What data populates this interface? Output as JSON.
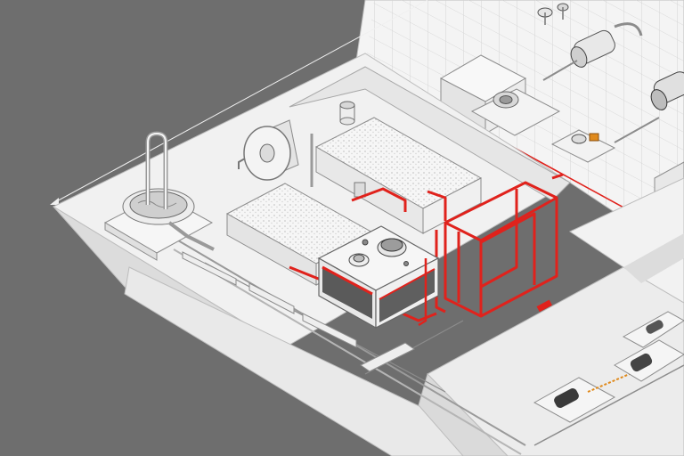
{
  "scene": {
    "style": "isometric technical illustration",
    "colors": {
      "background": "#6e6e6e",
      "paper": "#f3f3f3",
      "paper_shadow": "#dedede",
      "line": "#8c8c8c",
      "dark_line": "#555555",
      "accent_red": "#e0221c",
      "accent_orange": "#e08a1c",
      "grid": "#d2d2d2"
    }
  },
  "components": [
    {
      "id": "upper-grid-workspace",
      "icon": "grid-floor"
    },
    {
      "id": "rail-platform",
      "icon": "platform"
    },
    {
      "id": "filter-tank-rear",
      "icon": "filter-tank"
    },
    {
      "id": "filter-tank-front",
      "icon": "filter-tank"
    },
    {
      "id": "cylindrical-drum",
      "icon": "drum"
    },
    {
      "id": "round-basin",
      "icon": "basin"
    },
    {
      "id": "u-pipe",
      "icon": "pipe"
    },
    {
      "id": "control-box",
      "icon": "control-unit"
    },
    {
      "id": "red-frame-assembly",
      "icon": "frame"
    },
    {
      "id": "motor-units",
      "icon": "motor"
    },
    {
      "id": "lower-pit",
      "icon": "pit"
    },
    {
      "id": "lower-devices",
      "icon": "device"
    }
  ]
}
